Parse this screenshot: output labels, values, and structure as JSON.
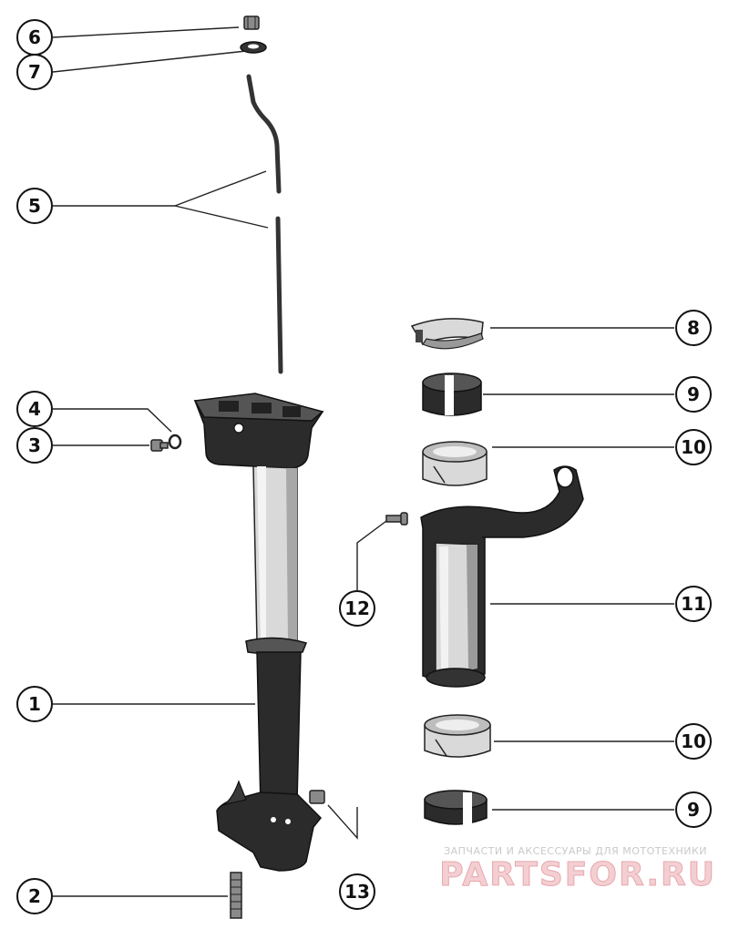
{
  "callouts": {
    "c1": "1",
    "c2": "2",
    "c3": "3",
    "c4": "4",
    "c5": "5",
    "c6": "6",
    "c7": "7",
    "c8": "8",
    "c9a": "9",
    "c9b": "9",
    "c10a": "10",
    "c10b": "10",
    "c11": "11",
    "c12": "12",
    "c13": "13"
  },
  "watermark": {
    "tagline": "ЗАПЧАСТИ И АКСЕССУАРЫ ДЛЯ МОТОТЕХНИКИ",
    "brand": "PARTSFOR.RU"
  }
}
